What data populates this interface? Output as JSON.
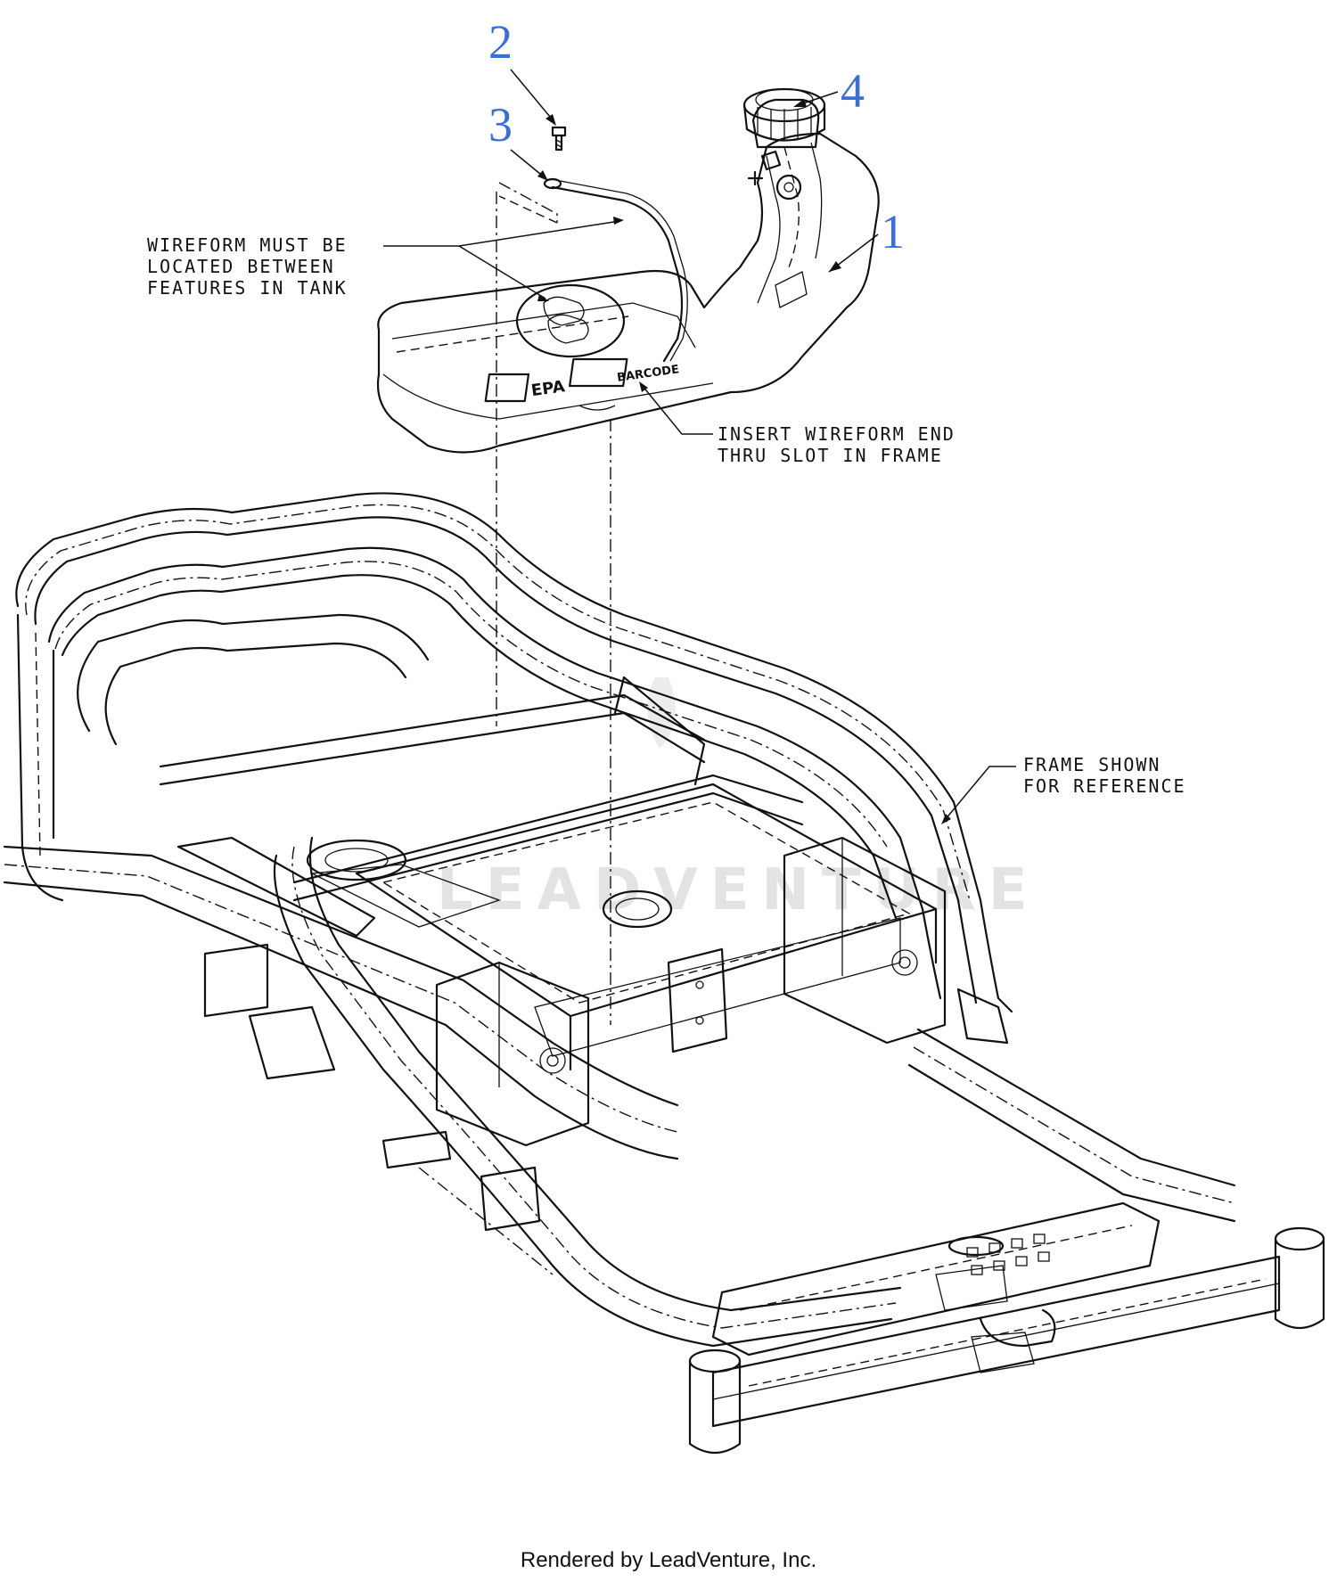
{
  "callouts": {
    "n1": "1",
    "n2": "2",
    "n3": "3",
    "n4": "4"
  },
  "notes": {
    "wireform_line1": "WIREFORM MUST BE",
    "wireform_line2": "LOCATED BETWEEN",
    "wireform_line3": "FEATURES IN TANK",
    "insert_line1": "INSERT WIREFORM END",
    "insert_line2": "THRU SLOT IN FRAME",
    "frame_line1": "FRAME SHOWN",
    "frame_line2": "FOR REFERENCE"
  },
  "labels": {
    "epa": "EPA",
    "barcode": "BARCODE"
  },
  "watermark": "LEADVENTURE",
  "footer": "Rendered by LeadVenture, Inc.",
  "colors": {
    "callout": "#3a6fd8",
    "line": "#111111",
    "background": "#ffffff"
  }
}
